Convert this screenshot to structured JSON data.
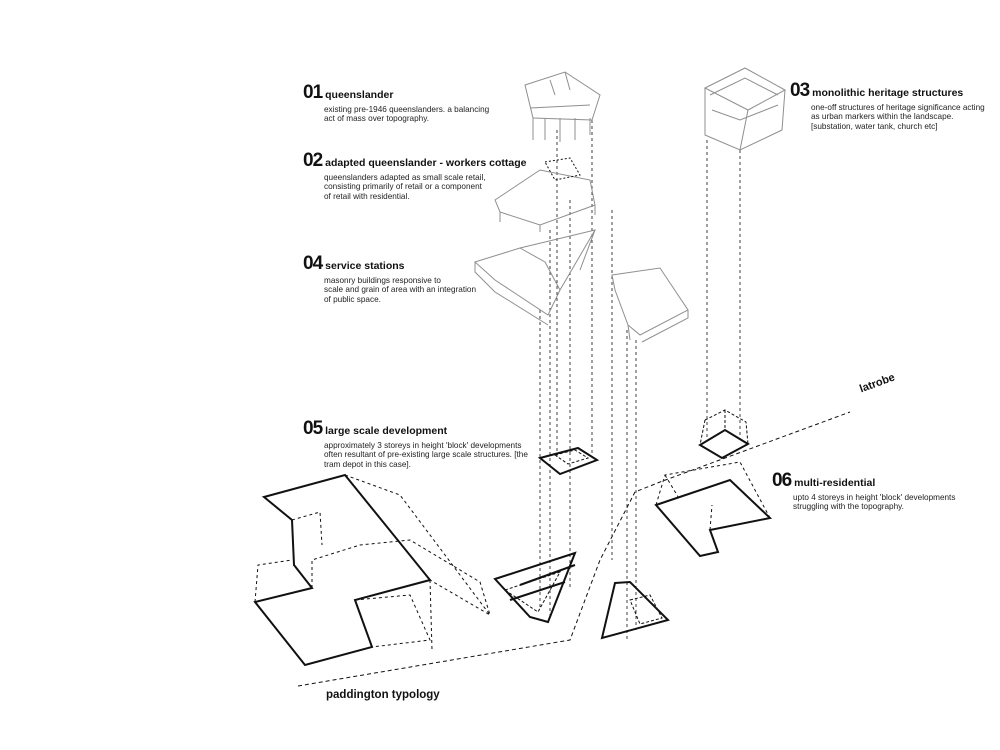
{
  "typologies": [
    {
      "number": "01",
      "title": "queenslander",
      "description": "existing pre-1946 queenslanders. a balancing\nact of mass over topography."
    },
    {
      "number": "02",
      "title": "adapted queenslander - workers cottage",
      "description": "queenslanders adapted as small scale retail,\nconsisting primarily of retail or a component\nof retail with residential."
    },
    {
      "number": "03",
      "title": "monolithic heritage structures",
      "description": "one-off structures of heritage significance acting\nas urban markers within the landscape.\n[substation, water tank, church etc]"
    },
    {
      "number": "04",
      "title": "service stations",
      "description": "masonry buildings  responsive to\nscale and grain of area with an integration\nof public space."
    },
    {
      "number": "05",
      "title": "large scale development",
      "description": "approximately 3 storeys in height 'block' developments\noften resultant of pre-existing large scale structures. [the\ntram depot in this case]."
    },
    {
      "number": "06",
      "title": "multi-residential",
      "description": "upto 4 storeys in height 'block' developments\nstruggling with the topography."
    }
  ],
  "street_label": "latrobe",
  "caption": "paddington typology",
  "colors": {
    "line": "#111111",
    "sketch": "#9a9a9a",
    "background": "#ffffff"
  }
}
